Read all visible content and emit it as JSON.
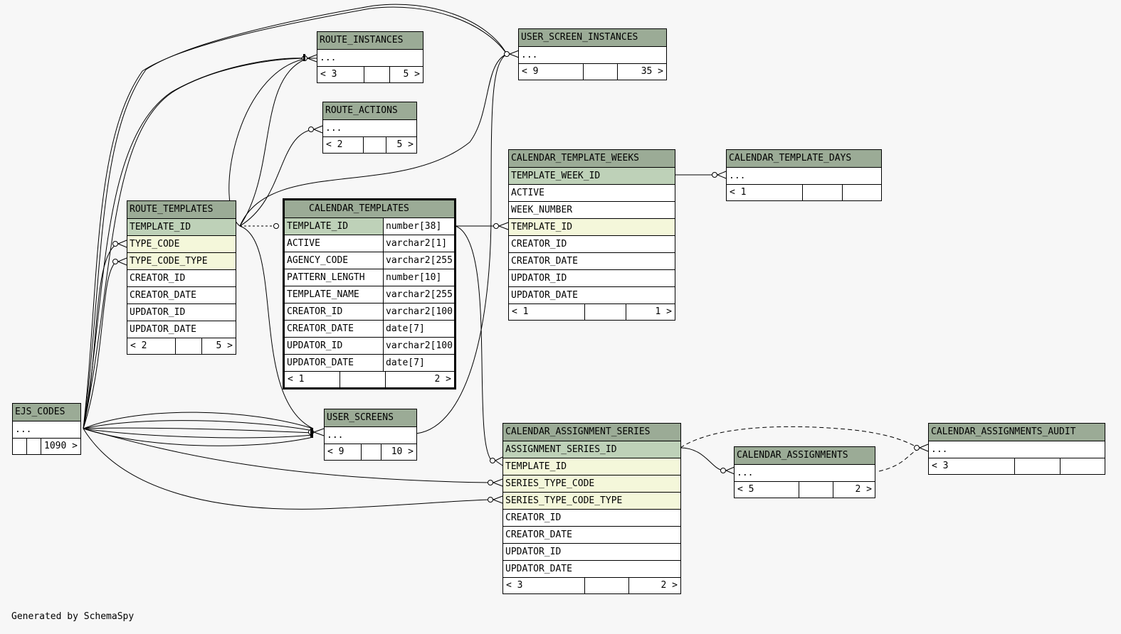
{
  "footer": "Generated by SchemaSpy",
  "colors": {
    "header": "#9bab96",
    "primary_key": "#bed1b8",
    "foreign_key": "#f4f7da",
    "background": "#f7f7f7"
  },
  "tables": {
    "route_instances": {
      "name": "ROUTE_INSTANCES",
      "rows": [
        {
          "name": "..."
        }
      ],
      "footer": {
        "parents": "< 3",
        "mid": "",
        "children": "5 >"
      }
    },
    "route_actions": {
      "name": "ROUTE_ACTIONS",
      "rows": [
        {
          "name": "..."
        }
      ],
      "footer": {
        "parents": "< 2",
        "mid": "",
        "children": "5 >"
      }
    },
    "user_screen_instances": {
      "name": "USER_SCREEN_INSTANCES",
      "rows": [
        {
          "name": "..."
        }
      ],
      "footer": {
        "parents": "< 9",
        "mid": "",
        "children": "35 >"
      }
    },
    "route_templates": {
      "name": "ROUTE_TEMPLATES",
      "rows": [
        {
          "name": "TEMPLATE_ID"
        },
        {
          "name": "TYPE_CODE"
        },
        {
          "name": "TYPE_CODE_TYPE"
        },
        {
          "name": "CREATOR_ID"
        },
        {
          "name": "CREATOR_DATE"
        },
        {
          "name": "UPDATOR_ID"
        },
        {
          "name": "UPDATOR_DATE"
        }
      ],
      "footer": {
        "parents": "< 2",
        "mid": "",
        "children": "5 >"
      }
    },
    "calendar_templates": {
      "name": "CALENDAR_TEMPLATES",
      "rows": [
        {
          "name": "TEMPLATE_ID",
          "type": "number[38]"
        },
        {
          "name": "ACTIVE",
          "type": "varchar2[1]"
        },
        {
          "name": "AGENCY_CODE",
          "type": "varchar2[255]"
        },
        {
          "name": "PATTERN_LENGTH",
          "type": "number[10]"
        },
        {
          "name": "TEMPLATE_NAME",
          "type": "varchar2[255]"
        },
        {
          "name": "CREATOR_ID",
          "type": "varchar2[100]"
        },
        {
          "name": "CREATOR_DATE",
          "type": "date[7]"
        },
        {
          "name": "UPDATOR_ID",
          "type": "varchar2[100]"
        },
        {
          "name": "UPDATOR_DATE",
          "type": "date[7]"
        }
      ],
      "footer": {
        "parents": "< 1",
        "mid": "",
        "children": "2 >"
      }
    },
    "calendar_template_weeks": {
      "name": "CALENDAR_TEMPLATE_WEEKS",
      "rows": [
        {
          "name": "TEMPLATE_WEEK_ID"
        },
        {
          "name": "ACTIVE"
        },
        {
          "name": "WEEK_NUMBER"
        },
        {
          "name": "TEMPLATE_ID"
        },
        {
          "name": "CREATOR_ID"
        },
        {
          "name": "CREATOR_DATE"
        },
        {
          "name": "UPDATOR_ID"
        },
        {
          "name": "UPDATOR_DATE"
        }
      ],
      "footer": {
        "parents": "< 1",
        "mid": "",
        "children": "1 >"
      }
    },
    "calendar_template_days": {
      "name": "CALENDAR_TEMPLATE_DAYS",
      "rows": [
        {
          "name": "..."
        }
      ],
      "footer": {
        "parents": "< 1",
        "mid": "",
        "children": ""
      }
    },
    "ejs_codes": {
      "name": "EJS_CODES",
      "rows": [
        {
          "name": "..."
        }
      ],
      "footer": {
        "parents": "",
        "mid": "",
        "children": "1090 >"
      }
    },
    "user_screens": {
      "name": "USER_SCREENS",
      "rows": [
        {
          "name": "..."
        }
      ],
      "footer": {
        "parents": "< 9",
        "mid": "",
        "children": "10 >"
      }
    },
    "calendar_assignment_series": {
      "name": "CALENDAR_ASSIGNMENT_SERIES",
      "rows": [
        {
          "name": "ASSIGNMENT_SERIES_ID"
        },
        {
          "name": "TEMPLATE_ID"
        },
        {
          "name": "SERIES_TYPE_CODE"
        },
        {
          "name": "SERIES_TYPE_CODE_TYPE"
        },
        {
          "name": "CREATOR_ID"
        },
        {
          "name": "CREATOR_DATE"
        },
        {
          "name": "UPDATOR_ID"
        },
        {
          "name": "UPDATOR_DATE"
        }
      ],
      "footer": {
        "parents": "< 3",
        "mid": "",
        "children": "2 >"
      }
    },
    "calendar_assignments": {
      "name": "CALENDAR_ASSIGNMENTS",
      "rows": [
        {
          "name": "..."
        }
      ],
      "footer": {
        "parents": "< 5",
        "mid": "",
        "children": "2 >"
      }
    },
    "calendar_assignments_audit": {
      "name": "CALENDAR_ASSIGNMENTS_AUDIT",
      "rows": [
        {
          "name": "..."
        }
      ],
      "footer": {
        "parents": "< 3",
        "mid": "",
        "children": ""
      }
    }
  }
}
